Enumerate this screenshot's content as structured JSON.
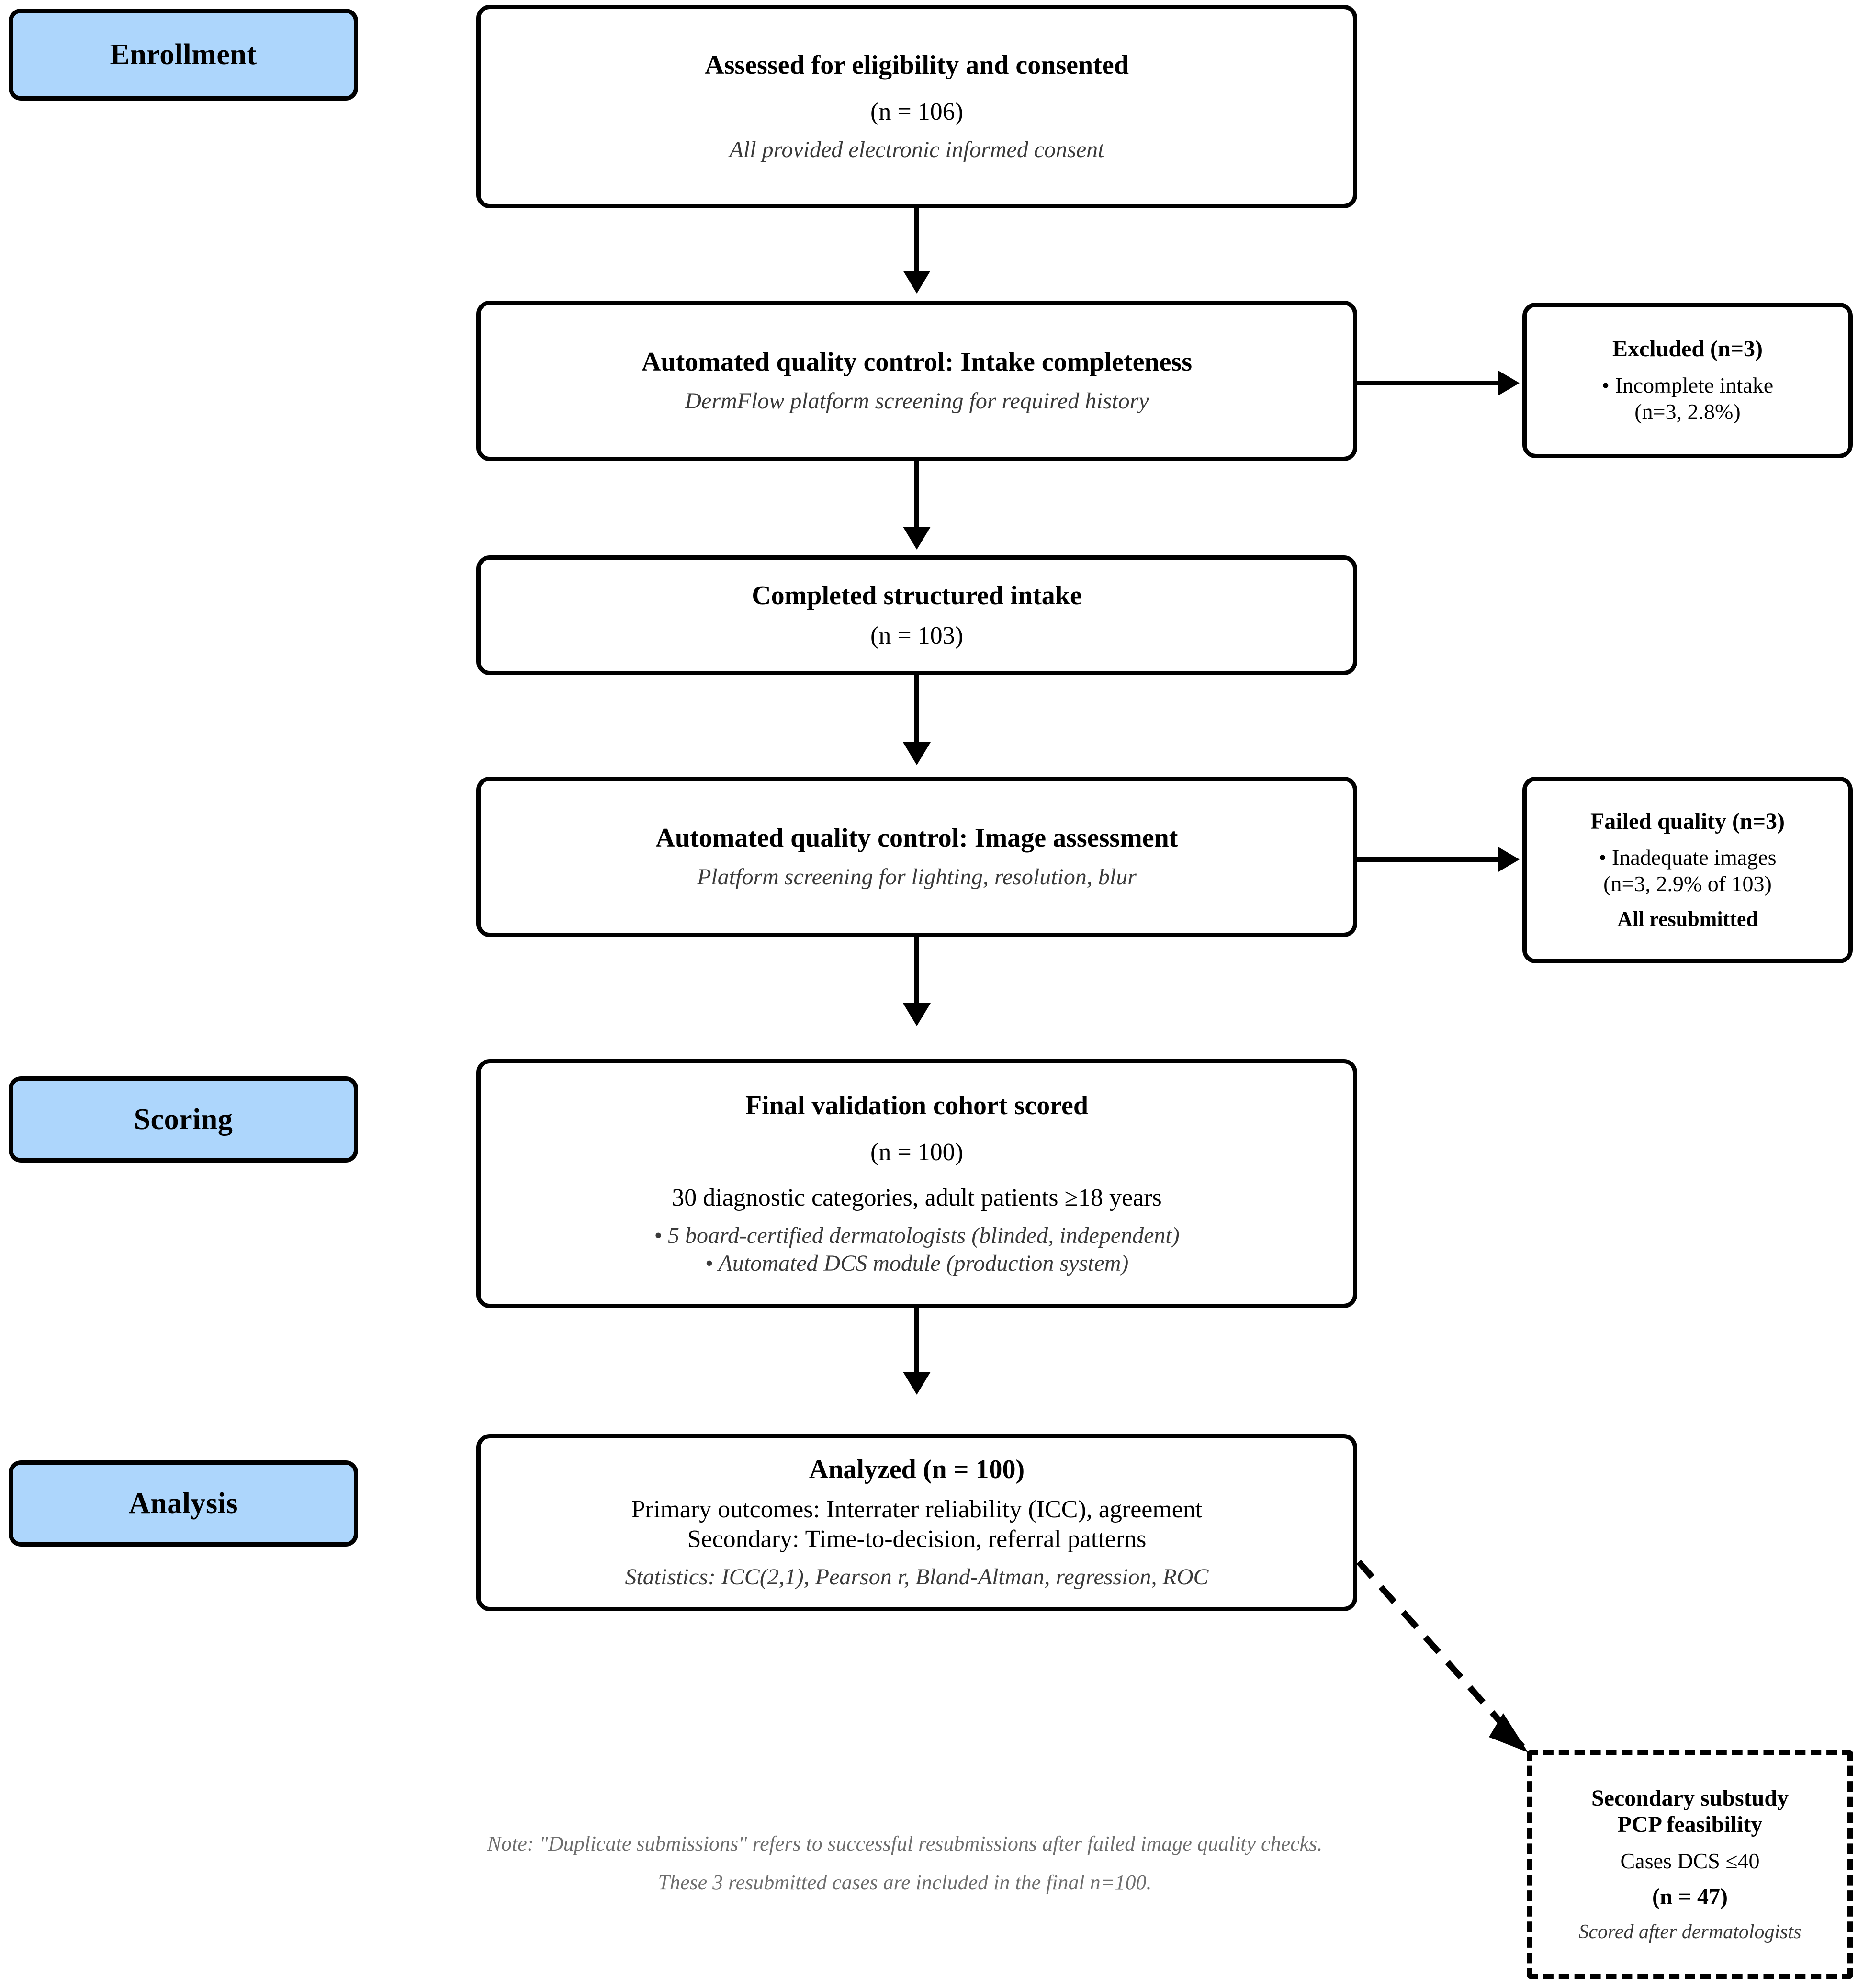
{
  "diagram": {
    "type": "consort-flow-diagram",
    "accent_color": "#add6fc",
    "line_color": "#000000"
  },
  "stages": [
    {
      "label": "Enrollment"
    },
    {
      "label": "Scoring"
    },
    {
      "label": "Analysis"
    }
  ],
  "nodes": {
    "enrollment": {
      "title": "Assessed for eligibility and consented",
      "count": "(n = 106)",
      "detail": "All provided electronic informed consent"
    },
    "qc_intake": {
      "title": "Automated quality control: Intake completeness",
      "detail": "DermFlow platform screening for required history"
    },
    "excluded_intake": {
      "title": "Excluded (n=3)",
      "bullet": "• Incomplete intake",
      "bullet_count": "(n=3, 2.8%)"
    },
    "completed_intake": {
      "title": "Completed structured intake",
      "count": "(n = 103)"
    },
    "qc_image": {
      "title": "Automated quality control: Image assessment",
      "detail": "Platform screening for lighting, resolution, blur"
    },
    "failed_quality": {
      "title": "Failed quality (n=3)",
      "bullet": "• Inadequate images",
      "bullet_count": "(n=3, 2.9% of 103)",
      "footer": "All resubmitted"
    },
    "final_cohort": {
      "title": "Final validation cohort scored",
      "count": "(n = 100)",
      "line1": "30 diagnostic categories, adult patients ≥18 years",
      "bullet1": "• 5 board-certified dermatologists (blinded, independent)",
      "bullet2": "• Automated DCS module (production system)"
    },
    "analyzed": {
      "title": "Analyzed (n = 100)",
      "line1": "Primary outcomes: Interrater reliability (ICC), agreement",
      "line2": "Secondary: Time-to-decision, referral patterns",
      "stats": "Statistics: ICC(2,1), Pearson r, Bland-Altman, regression, ROC"
    },
    "substudy": {
      "title1": "Secondary substudy",
      "title2": "PCP feasibility",
      "criterion": "Cases DCS ≤40",
      "count": "(n = 47)",
      "detail": "Scored after dermatologists"
    }
  },
  "note": {
    "line1": "Note: \"Duplicate submissions\" refers to successful resubmissions after failed image quality checks.",
    "line2": "These 3 resubmitted cases are included in the final n=100."
  }
}
